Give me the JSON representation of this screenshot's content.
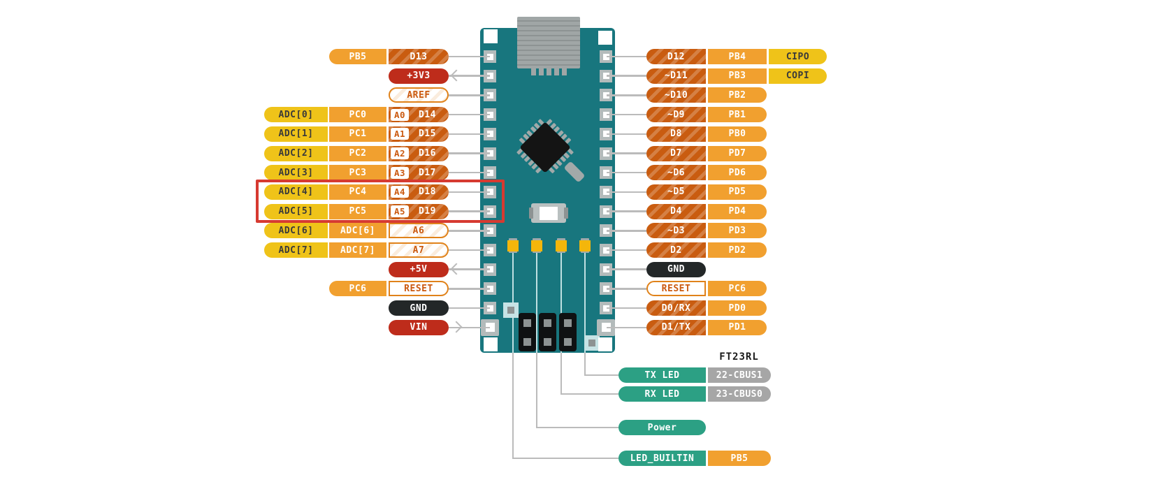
{
  "colors": {
    "board": "#18767E",
    "pill_yellow": "#EFC319",
    "pill_orange": "#F1A02F",
    "pill_digital": "#C95C10",
    "pill_power": "#BE2C1B",
    "pill_ground": "#232728",
    "pill_analog_border": "#E0821A",
    "pill_analog_text": "#CB5A10",
    "pill_teal": "#2CA084",
    "pill_gray": "#A6A6A6",
    "wire": "#BBBBBB",
    "highlight": "#D63A31",
    "led": "#F4B60B",
    "trace": "#BFE0E2",
    "component": "#A2A9A9",
    "usb_light": "#A0A6A6",
    "usb_dark": "#8D9393",
    "pad": "#B3BBBB",
    "chip": "#141414",
    "text_dark": "#3A3A3A"
  },
  "left_rows": [
    {
      "port": "PB5",
      "pin": {
        "label": "D13",
        "style": "digital"
      }
    },
    {
      "pin": {
        "label": "+3V3",
        "style": "power"
      },
      "arrow": "out"
    },
    {
      "pin": {
        "label": "AREF",
        "style": "analog"
      }
    },
    {
      "signal": "ADC[0]",
      "port": "PC0",
      "pin": {
        "label": "D14",
        "style": "digital",
        "sub": "A0"
      }
    },
    {
      "signal": "ADC[1]",
      "port": "PC1",
      "pin": {
        "label": "D15",
        "style": "digital",
        "sub": "A1"
      }
    },
    {
      "signal": "ADC[2]",
      "port": "PC2",
      "pin": {
        "label": "D16",
        "style": "digital",
        "sub": "A2"
      }
    },
    {
      "signal": "ADC[3]",
      "port": "PC3",
      "pin": {
        "label": "D17",
        "style": "digital",
        "sub": "A3"
      }
    },
    {
      "signal": "ADC[4]",
      "port": "PC4",
      "pin": {
        "label": "D18",
        "style": "digital",
        "sub": "A4"
      },
      "highlighted": true
    },
    {
      "signal": "ADC[5]",
      "port": "PC5",
      "pin": {
        "label": "D19",
        "style": "digital",
        "sub": "A5"
      },
      "highlighted": true
    },
    {
      "signal": "ADC[6]",
      "port": "ADC[6]",
      "pin": {
        "label": "A6",
        "style": "analog"
      }
    },
    {
      "signal": "ADC[7]",
      "port": "ADC[7]",
      "pin": {
        "label": "A7",
        "style": "analog"
      }
    },
    {
      "pin": {
        "label": "+5V",
        "style": "power"
      },
      "arrow": "out"
    },
    {
      "port": "PC6",
      "pin": {
        "label": "RESET",
        "style": "reset"
      }
    },
    {
      "pin": {
        "label": "GND",
        "style": "ground"
      }
    },
    {
      "pin": {
        "label": "VIN",
        "style": "power"
      },
      "arrow": "in"
    }
  ],
  "right_rows": [
    {
      "pin": {
        "label": "D12",
        "style": "digital"
      },
      "port": "PB4",
      "bus": "CIPO"
    },
    {
      "pin": {
        "label": "~D11",
        "style": "digital"
      },
      "port": "PB3",
      "bus": "COPI"
    },
    {
      "pin": {
        "label": "~D10",
        "style": "digital"
      },
      "port": "PB2"
    },
    {
      "pin": {
        "label": "~D9",
        "style": "digital"
      },
      "port": "PB1"
    },
    {
      "pin": {
        "label": "D8",
        "style": "digital"
      },
      "port": "PB0"
    },
    {
      "pin": {
        "label": "D7",
        "style": "digital"
      },
      "port": "PD7"
    },
    {
      "pin": {
        "label": "~D6",
        "style": "digital"
      },
      "port": "PD6"
    },
    {
      "pin": {
        "label": "~D5",
        "style": "digital"
      },
      "port": "PD5"
    },
    {
      "pin": {
        "label": "D4",
        "style": "digital"
      },
      "port": "PD4"
    },
    {
      "pin": {
        "label": "~D3",
        "style": "digital"
      },
      "port": "PD3"
    },
    {
      "pin": {
        "label": "D2",
        "style": "digital"
      },
      "port": "PD2"
    },
    {
      "pin": {
        "label": "GND",
        "style": "ground"
      }
    },
    {
      "pin": {
        "label": "RESET",
        "style": "reset"
      },
      "port": "PC6"
    },
    {
      "pin": {
        "label": "D0/RX",
        "style": "digital"
      },
      "port": "PD0"
    },
    {
      "pin": {
        "label": "D1/TX",
        "style": "digital"
      },
      "port": "PD1"
    }
  ],
  "bottom": {
    "chip_label": "FT23RL",
    "rows": [
      {
        "label": "TX LED",
        "bus": "22-CBUS1",
        "bus_style": "gray"
      },
      {
        "label": "RX LED",
        "bus": "23-CBUS0",
        "bus_style": "gray"
      },
      {
        "label": "Power"
      },
      {
        "label": "LED_BUILTIN",
        "bus": "PB5",
        "bus_style": "orange"
      }
    ]
  },
  "highlight": {
    "color": "#D63A31",
    "around": [
      "ADC[4]",
      "ADC[5]"
    ]
  }
}
